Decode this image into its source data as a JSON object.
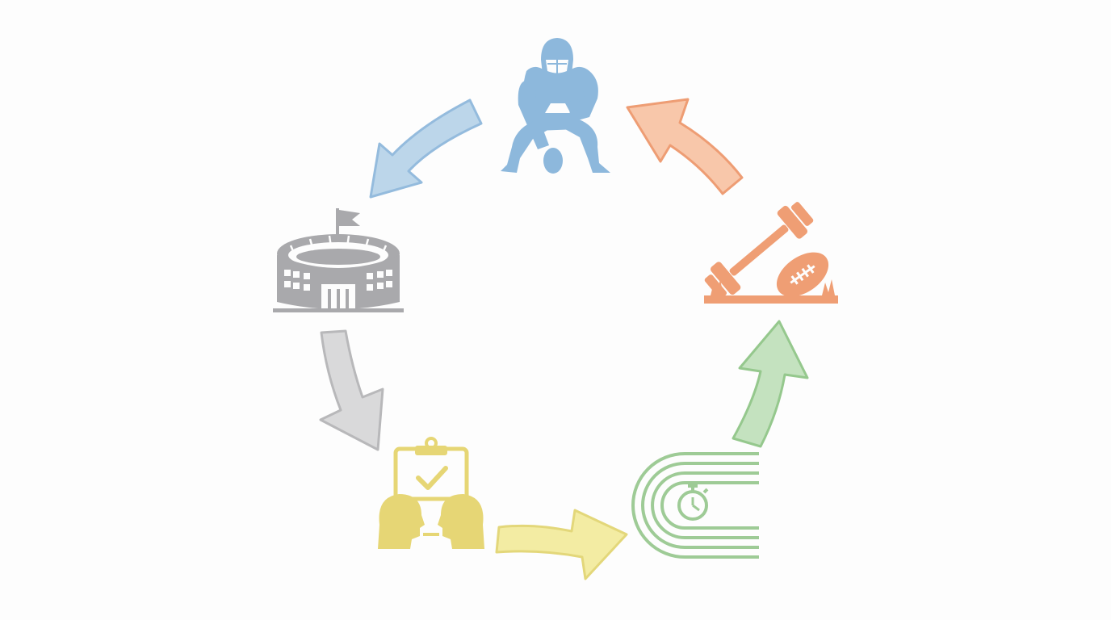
{
  "diagram": {
    "type": "cycle",
    "stages": [
      {
        "id": "player",
        "icon": "football-lineman-icon",
        "color": "#8db8dc"
      },
      {
        "id": "stadium",
        "icon": "stadium-icon",
        "color": "#a9a9ac"
      },
      {
        "id": "evaluation",
        "icon": "clipboard-interview-icon",
        "color": "#e6d675"
      },
      {
        "id": "track",
        "icon": "running-track-stopwatch-icon",
        "color": "#9ecb96"
      },
      {
        "id": "training",
        "icon": "dumbbell-football-icon",
        "color": "#ef9e74"
      }
    ],
    "arrows": [
      {
        "from": "player",
        "to": "stadium",
        "color": "#bcd6ea",
        "stroke": "#94bbdd"
      },
      {
        "from": "stadium",
        "to": "evaluation",
        "color": "#d9d9da",
        "stroke": "#b8b8ba"
      },
      {
        "from": "evaluation",
        "to": "track",
        "color": "#f3eca3",
        "stroke": "#e3d77a"
      },
      {
        "from": "track",
        "to": "training",
        "color": "#c4e2bf",
        "stroke": "#95c88d"
      },
      {
        "from": "training",
        "to": "player",
        "color": "#f8c7aa",
        "stroke": "#ee9d74"
      }
    ]
  }
}
